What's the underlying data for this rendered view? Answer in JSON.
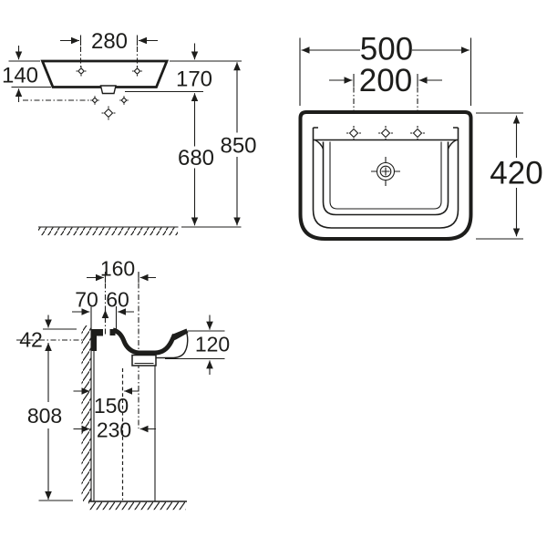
{
  "drawing": {
    "background": "#ffffff",
    "line_color": "#1d1d1b",
    "views": {
      "rear_elevation": {
        "dimensions": {
          "fixing_hole_spacing": "280",
          "back_rim_to_underside": "140",
          "front_rim_to_underside": "170",
          "underside_to_floor": "680",
          "rim_to_floor": "850"
        }
      },
      "front_plan": {
        "dimensions": {
          "overall_width": "500",
          "tap_hole_spacing": "200",
          "overall_depth": "420"
        }
      },
      "side_section": {
        "dimensions": {
          "centerline_spacing": "160",
          "wall_to_fixing_hole": "70",
          "fixing_to_tap_centre": "60",
          "rim_to_fixing_line": "42",
          "rim_to_underside": "120",
          "wall_to_trap_line": "150",
          "wall_to_outlet_centre": "230",
          "floor_to_fixing_line": "808"
        }
      }
    },
    "icons": {
      "mount_hole": "diamond-crosshair",
      "tap_hole": "diamond-crosshair",
      "drain": "circle-crosshair",
      "wall": "hatched-band",
      "floor": "hatched-ground"
    }
  }
}
